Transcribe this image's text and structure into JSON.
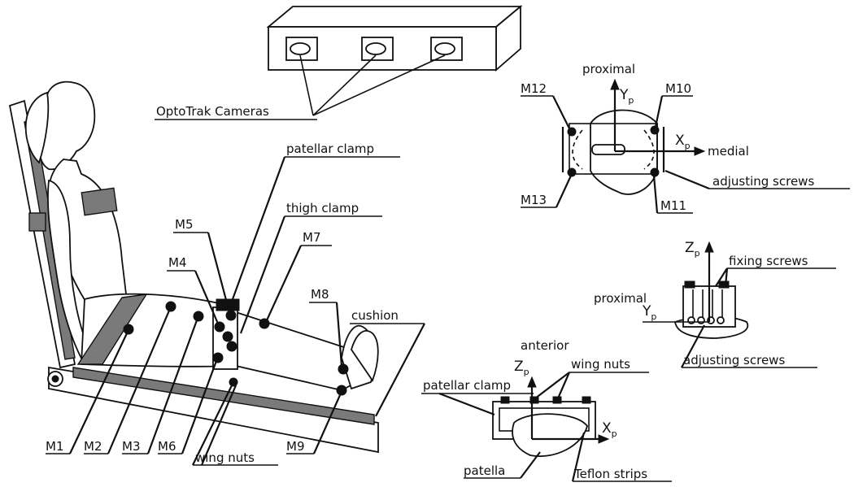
{
  "labels": {
    "cameras": "OptoTrak Cameras",
    "patellar_clamp_top": "patellar clamp",
    "thigh_clamp": "thigh clamp",
    "cushion": "cushion",
    "wing_nuts_bottom": "wing nuts",
    "m1": "M1",
    "m2": "M2",
    "m3": "M3",
    "m4": "M4",
    "m5": "M5",
    "m6": "M6",
    "m7": "M7",
    "m8": "M8",
    "m9": "M9",
    "m10": "M10",
    "m11": "M11",
    "m12": "M12",
    "m13": "M13",
    "proximal_top": "proximal",
    "medial": "medial",
    "adjusting_screws_top": "adjusting screws",
    "fixing_screws": "fixing screws",
    "proximal_side": "proximal",
    "adjusting_screws_side": "adjusting screws",
    "anterior": "anterior",
    "wing_nuts_front": "wing nuts",
    "patellar_clamp_front": "patellar clamp",
    "patella": "patella",
    "teflon_strips": "Teflon strips"
  },
  "axes": {
    "yp_main": "Y",
    "yp_sub": "p",
    "xp_main": "X",
    "xp_sub": "p",
    "zp_main": "Z",
    "zp_sub": "p"
  }
}
